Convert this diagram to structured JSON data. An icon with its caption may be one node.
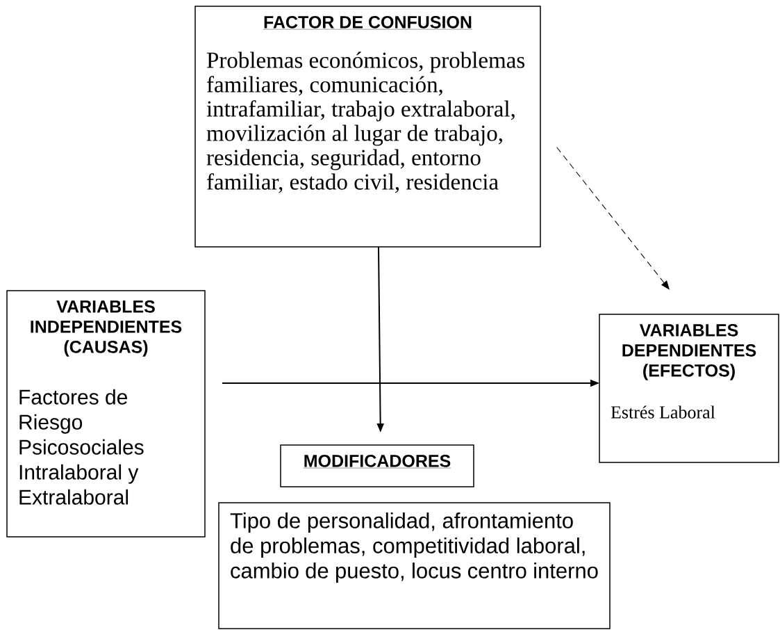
{
  "diagram": {
    "nodes": [
      {
        "text": [
          "FACTOR DE CONFUSION",
          "Problemas económicos, problemas familiares, comunicación, intrafamiliar, trabajo extralaboral, movilización al lugar de trabajo, residencia, seguridad, entorno familiar, estado civil,  residencia"
        ]
      },
      {
        "text": [
          "VARIABLES INDEPENDIENTES (CAUSAS)",
          "Factores de Riesgo Psicosociales Intralaboral y Extralaboral"
        ]
      },
      {
        "text": [
          "VARIABLES DEPENDIENTES (EFECTOS)",
          "Estrés Laboral"
        ]
      },
      {
        "text": [
          "MODIFICADORES"
        ]
      },
      {
        "text": [
          "Tipo de personalidad, afrontamiento de problemas, competitividad laboral, cambio de puesto, locus centro interno"
        ]
      }
    ],
    "edges": [
      {
        "from": 1,
        "to": 2,
        "arrow": "to"
      },
      {
        "from": 0,
        "to": 3,
        "arrow": "to"
      },
      {
        "from": 0,
        "to": 2,
        "arrow": "to",
        "style": "dashed"
      }
    ]
  }
}
